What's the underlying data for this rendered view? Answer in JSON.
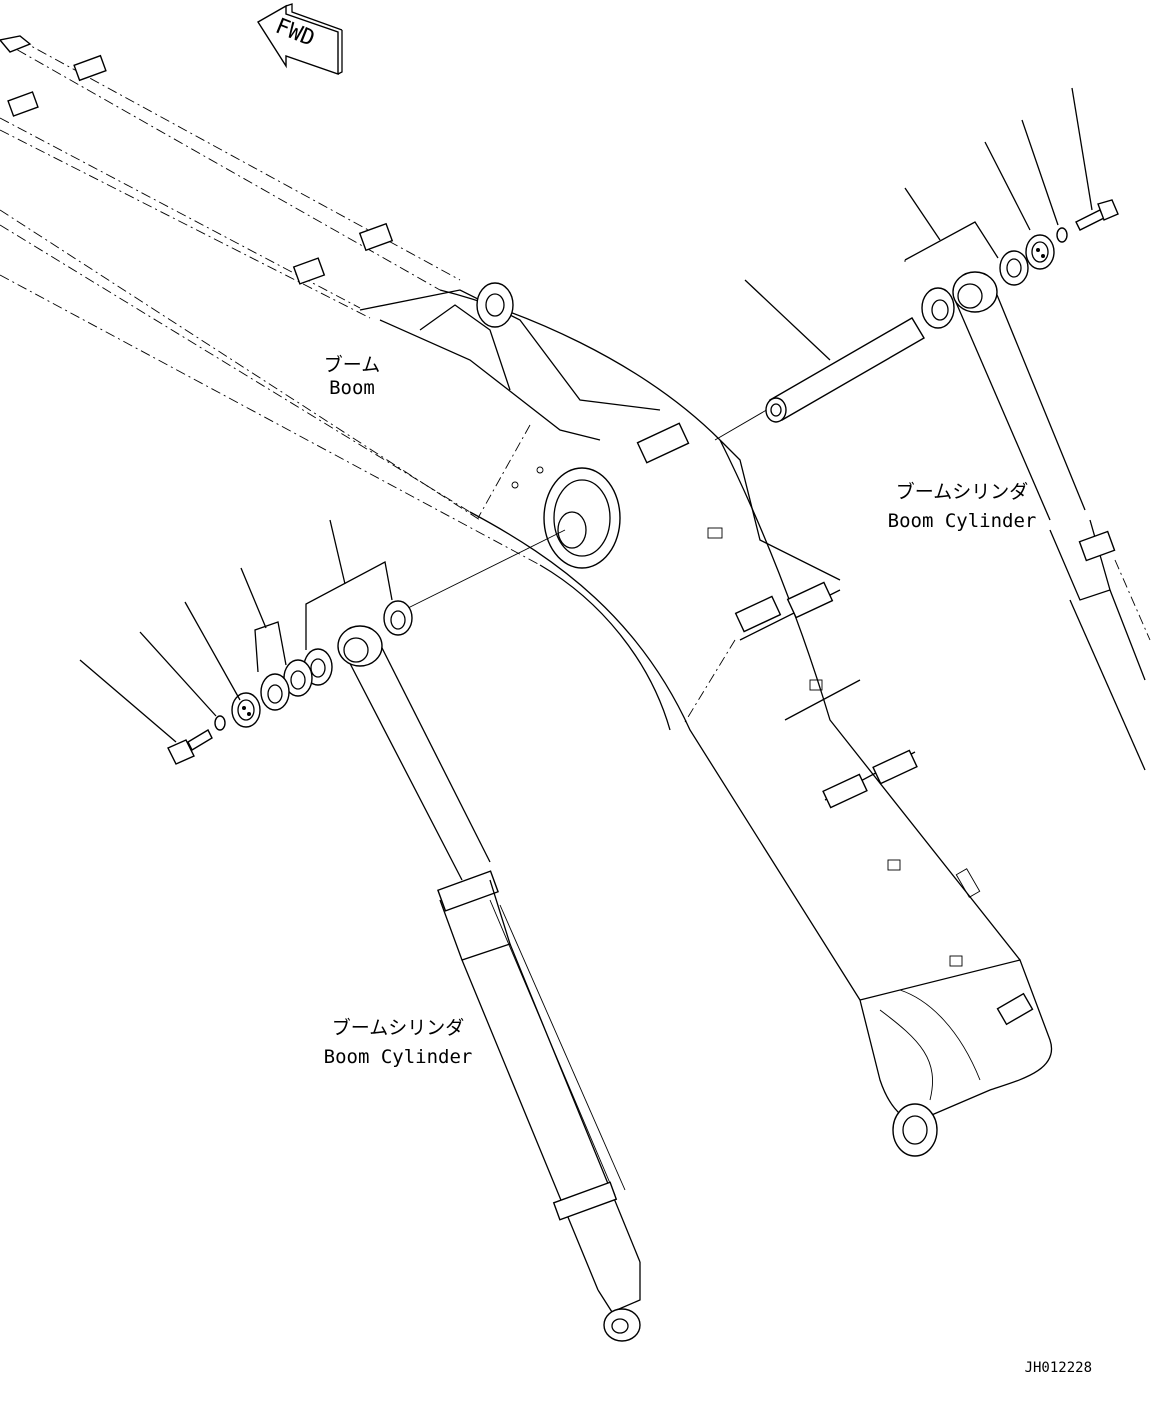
{
  "fwd_label": "FWD",
  "labels": {
    "boom_jp": "ブーム",
    "boom_en": "Boom",
    "cyl_right_jp": "ブームシリンダ",
    "cyl_right_en": "Boom Cylinder",
    "cyl_left_jp": "ブームシリンダ",
    "cyl_left_en": "Boom Cylinder"
  },
  "drawing_id": "JH012228"
}
